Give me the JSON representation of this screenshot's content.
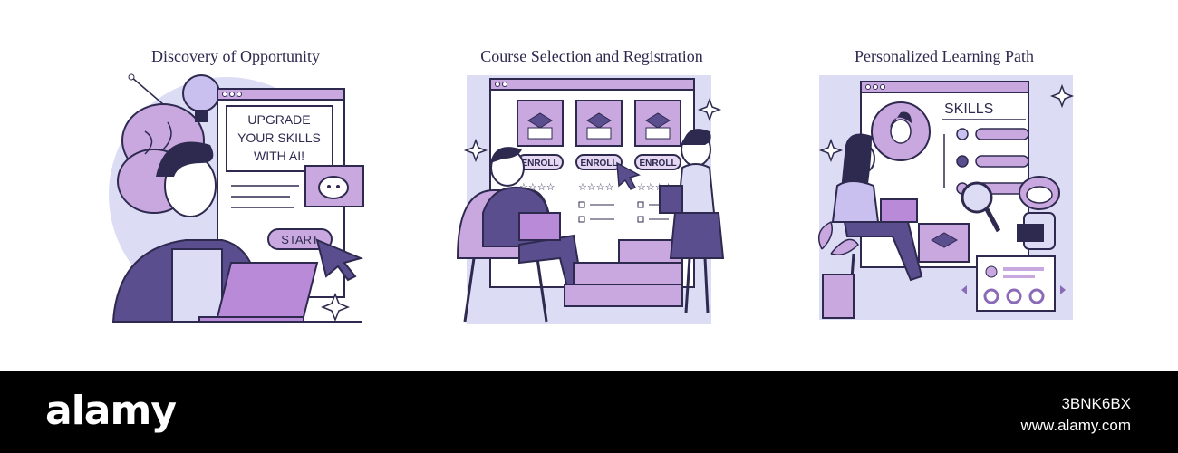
{
  "panels": [
    {
      "title": "Discovery of Opportunity",
      "screen_text_lines": [
        "UPGRADE",
        "YOUR SKILLS",
        "WITH AI!"
      ],
      "start_button": "START"
    },
    {
      "title": "Course Selection and Registration",
      "enroll_buttons": [
        "ENROLL",
        "ENROLL",
        "ENROLL"
      ]
    },
    {
      "title": "Personalized Learning Path",
      "skills_heading": "SKILLS"
    }
  ],
  "footer": {
    "logo": "alamy",
    "image_id": "3BNK6BX",
    "site": "www.alamy.com"
  },
  "colors": {
    "ink": "#2e2a4f",
    "purple_dark": "#5b4e8f",
    "purple_mid": "#8b6bb8",
    "lilac": "#c9a8e0",
    "lilac_light": "#e6d7f2",
    "periwinkle": "#dcdcf5"
  }
}
